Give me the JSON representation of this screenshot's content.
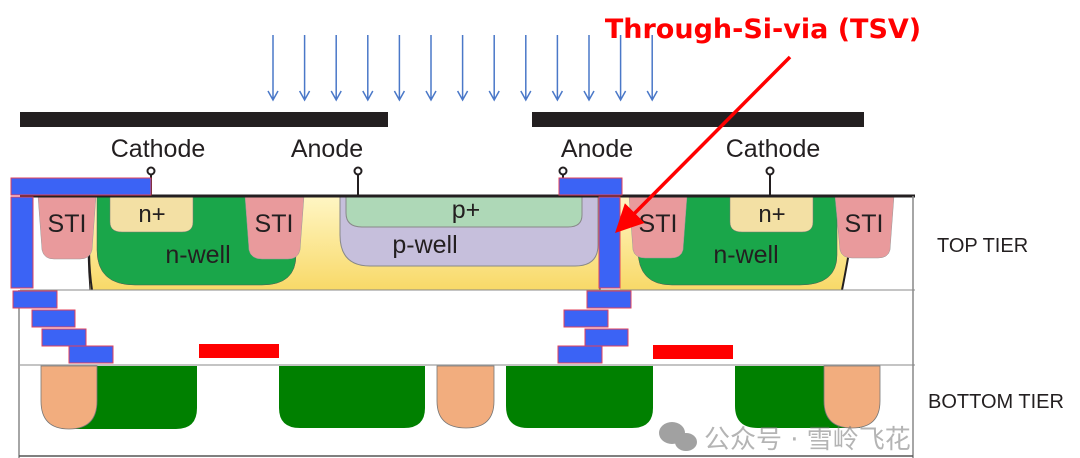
{
  "title": "Through-Si-via (TSV)",
  "terminals": {
    "left_cathode": "Cathode",
    "left_anode": "Anode",
    "right_anode": "Anode",
    "right_cathode": "Cathode"
  },
  "regions": {
    "sti": "STI",
    "n_plus": "n+",
    "n_well": "n-well",
    "p_plus": "p+",
    "p_well": "p-well"
  },
  "tiers": {
    "top": "TOP TIER",
    "bottom": "BOTTOM TIER"
  },
  "watermark": "公众号 · 雪岭飞花",
  "colors": {
    "tsv_metal": "#3b63f5",
    "annotation": "#ff0000",
    "light_arrows": "#4a78c8",
    "n_well": "#1aa64a",
    "bottom_well": "#008000",
    "sti": "#e99a9c",
    "n_plus": "#f3e0a4",
    "p_plus": "#aed8b7",
    "p_well": "#c6bfdc",
    "substrate": "#fbe58f",
    "contact": "#f2ad7e"
  }
}
